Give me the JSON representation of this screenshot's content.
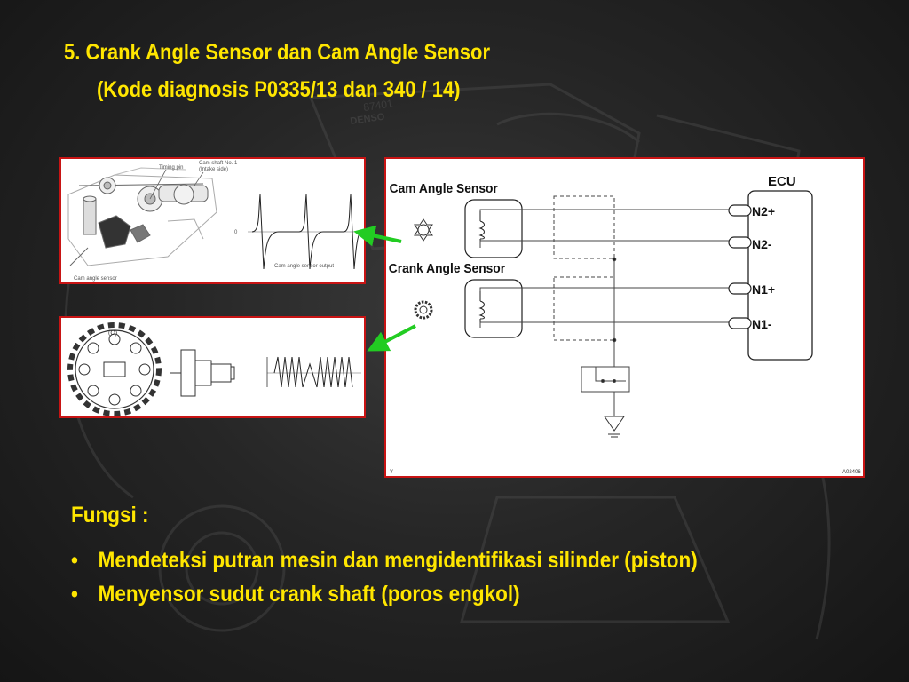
{
  "slide": {
    "title_line1": "5. Crank Angle Sensor dan Cam Angle Sensor",
    "title_line2": "(Kode diagnosis P0335/13 dan 340 / 14)"
  },
  "background": {
    "brand_text": "DENSO",
    "part_text": "87401"
  },
  "cam_illustration": {
    "timing_pin_label": "Timing pin",
    "cam_shaft_label_line1": "Cam shaft No. 1",
    "cam_shaft_label_line2": "(Intake side)",
    "zero_label": "0",
    "output_label": "Cam angle sensor output",
    "sensor_label": "Cam angle sensor"
  },
  "crank_illustration": {
    "gear_mark": "(O)"
  },
  "circuit": {
    "cam_sensor_label": "Cam Angle Sensor",
    "crank_sensor_label": "Crank Angle Sensor",
    "ecu_label": "ECU",
    "terminals": [
      "N2+",
      "N2-",
      "N1+",
      "N1-"
    ],
    "corner_left": "Y",
    "corner_right": "A02406"
  },
  "fungsi": {
    "heading": "Fungsi :",
    "bullet_symbol": "•",
    "items": [
      "Mendeteksi putran mesin dan mengidentifikasi silinder (piston)",
      "Menyensor sudut crank shaft (poros engkol)"
    ]
  },
  "colors": {
    "title": "#ffe600",
    "panel_border": "#c81414",
    "arrow": "#22cc22",
    "background": "#262626"
  }
}
